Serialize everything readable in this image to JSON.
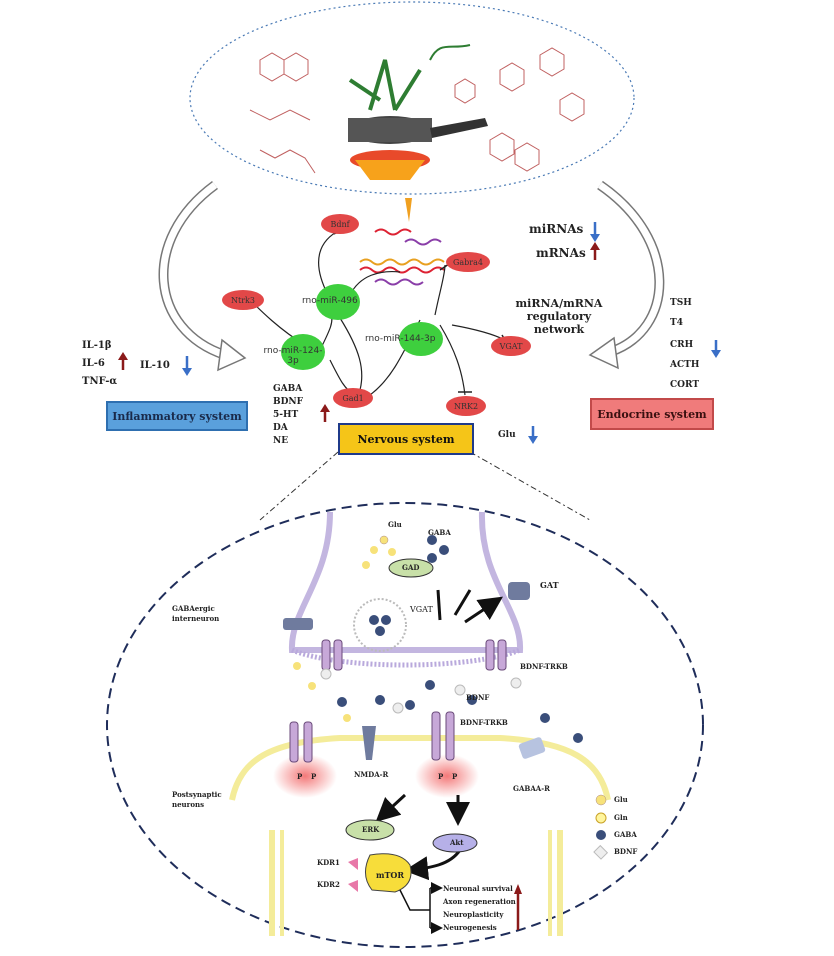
{
  "top": {
    "mirna_label": "miRNAs",
    "mrna_label": "mRNAs",
    "network_label": "miRNA/mRNA regulatory network"
  },
  "mirnas": {
    "m496": "rno-miR-496",
    "m1443p": "rno-miR-144-3p",
    "m1243p": "rno-miR-124-3p"
  },
  "targets": {
    "bdnf": "Bdnf",
    "gabra": "Gabra4",
    "ntrk": "Ntrk3",
    "vgat": "VGAT",
    "gad1": "Gad1",
    "nrk": "NRK2"
  },
  "inflammatory": {
    "box": "Inflammatory system",
    "items": [
      "IL-1β",
      "IL-6",
      "TNF-α"
    ],
    "il10": "IL-10"
  },
  "nervous": {
    "box": "Nervous system",
    "items": [
      "GABA",
      "BDNF",
      "5-HT",
      "DA",
      "NE"
    ],
    "glu": "Glu"
  },
  "endocrine": {
    "box": "Endocrine system",
    "items": [
      "TSH",
      "T4",
      "CRH",
      "ACTH",
      "CORT"
    ]
  },
  "synapse": {
    "gaba_label": "GABA",
    "glu_label": "Glu",
    "gad": "GAD",
    "gat": "GAT",
    "vgat": "VGAT",
    "interneuron": "GABAergic interneuron",
    "bdnf_trkb_top": "BDNF-TRKB",
    "bdnf": "BDNF",
    "bdnf_trkb_mid": "BDNF-TRKB",
    "nmda": "NMDA-R",
    "gabaar": "GABAA-R",
    "postsyn": "Postsynaptic neurons",
    "erk": "ERK",
    "akt": "Akt",
    "mtor": "mTOR",
    "p": "P",
    "kinase1": "KDR1",
    "kinase2": "KDR2",
    "outcomes": [
      "Neuronal survival",
      "Axon regeneration",
      "Neuroplasticity",
      "Neurogenesis"
    ]
  },
  "legend": [
    "Glu",
    "Gln",
    "GABA",
    "BDNF"
  ],
  "colors": {
    "mirna_green": "#3ecf3e",
    "target_red": "#e24848",
    "inflammatory_blue": "#5aa0dc",
    "endocrine_pink": "#f07b7b",
    "nervous_yellow": "#f5c518",
    "up_arrow": "#8b1a1a",
    "down_arrow": "#3a6fc7"
  }
}
